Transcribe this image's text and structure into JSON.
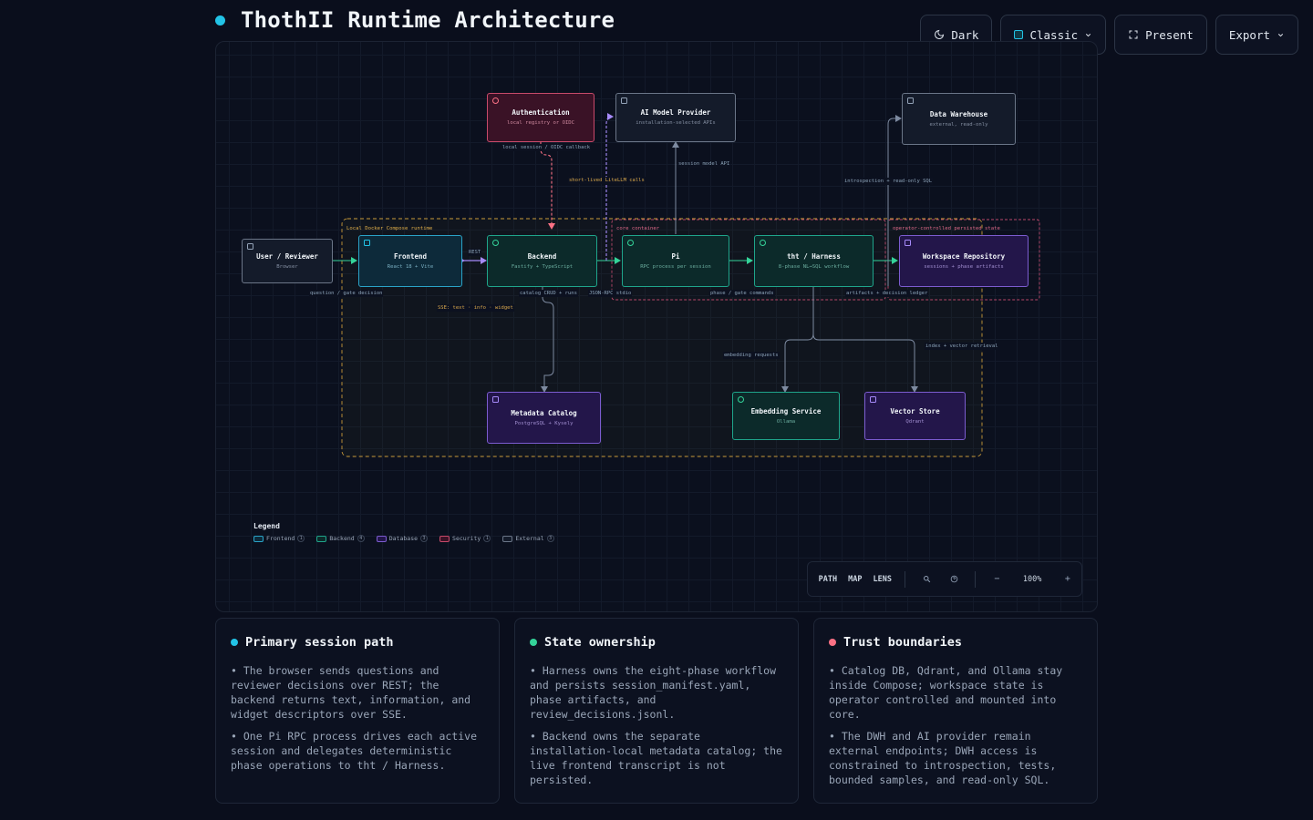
{
  "title": "ThothII Runtime Architecture",
  "toolbar": {
    "theme_label": "Dark",
    "style_label": "Classic",
    "present_label": "Present",
    "export_label": "Export"
  },
  "colors": {
    "frontend": "#22c3e6",
    "backend": "#34d399",
    "database": "#a78bfa",
    "security": "#fb7185",
    "external": "#94a3b8",
    "runtime_boundary": "#e2b04a",
    "persisted_boundary": "#e06a8a"
  },
  "groups": {
    "runtime": "Local Docker Compose runtime",
    "core": "core container",
    "persisted": "operator-controlled persisted state"
  },
  "nodes": {
    "user": {
      "title": "User / Reviewer",
      "subtitle": "Browser",
      "kind": "external"
    },
    "frontend": {
      "title": "Frontend",
      "subtitle": "React 18 + Vite",
      "kind": "frontend"
    },
    "backend": {
      "title": "Backend",
      "subtitle": "Fastify + TypeScript",
      "kind": "backend"
    },
    "pi": {
      "title": "Pi",
      "subtitle": "RPC process per session",
      "kind": "backend"
    },
    "harness": {
      "title": "tht / Harness",
      "subtitle": "8-phase NL→SQL workflow",
      "kind": "backend"
    },
    "workspace": {
      "title": "Workspace Repository",
      "subtitle": "sessions + phase artifacts",
      "kind": "database"
    },
    "auth": {
      "title": "Authentication",
      "subtitle": "local registry or OIDC",
      "kind": "security"
    },
    "ai": {
      "title": "AI Model Provider",
      "subtitle": "installation-selected APIs",
      "kind": "external"
    },
    "dwh": {
      "title": "Data Warehouse",
      "subtitle": "external, read-only",
      "kind": "external"
    },
    "catalog": {
      "title": "Metadata Catalog",
      "subtitle": "PostgreSQL + Kysely",
      "kind": "database"
    },
    "embedding": {
      "title": "Embedding Service",
      "subtitle": "Ollama",
      "kind": "backend"
    },
    "vector": {
      "title": "Vector Store",
      "subtitle": "Qdrant",
      "kind": "database"
    }
  },
  "edges": {
    "rest": "REST",
    "question": "question / gate decision",
    "catalog_crud": "catalog CRUD + runs",
    "jsonrpc": "JSON-RPC stdio",
    "phase": "phase / gate commands",
    "artifacts": "artifacts + decision ledger",
    "sse": "SSE: text · info · widget",
    "auth": "local session / OIDC callback",
    "litellm": "short-lived LiteLLM calls",
    "session_model": "session model API",
    "introspection": "introspection + read-only SQL",
    "embedding": "embedding requests",
    "vector": "index + vector retrieval"
  },
  "legend": {
    "title": "Legend",
    "items": [
      {
        "label": "Frontend",
        "count": "1"
      },
      {
        "label": "Backend",
        "count": "4"
      },
      {
        "label": "Database",
        "count": "3"
      },
      {
        "label": "Security",
        "count": "1"
      },
      {
        "label": "External",
        "count": "3"
      }
    ]
  },
  "controls": {
    "path": "PATH",
    "map": "MAP",
    "lens": "LENS",
    "zoom": "100%",
    "minus": "−",
    "plus": "+"
  },
  "cards": [
    {
      "title": "Primary session path",
      "bullets": [
        "• The browser sends questions and reviewer decisions over REST; the backend returns text, information, and widget descriptors over SSE.",
        "• One Pi RPC process drives each active session and delegates deterministic phase operations to tht / Harness."
      ]
    },
    {
      "title": "State ownership",
      "bullets": [
        "• Harness owns the eight-phase workflow and persists session_manifest.yaml, phase artifacts, and review_decisions.jsonl.",
        "• Backend owns the separate installation-local metadata catalog; the live frontend transcript is not persisted."
      ]
    },
    {
      "title": "Trust boundaries",
      "bullets": [
        "• Catalog DB, Qdrant, and Ollama stay inside Compose; workspace state is operator controlled and mounted into core.",
        "• The DWH and AI provider remain external endpoints; DWH access is constrained to introspection, tests, bounded samples, and read-only SQL."
      ]
    }
  ]
}
